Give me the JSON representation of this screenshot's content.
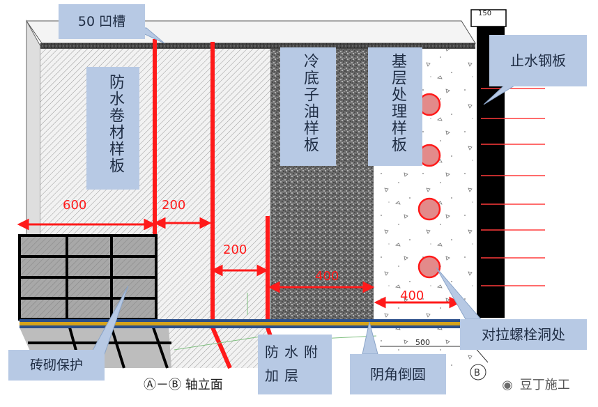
{
  "labels": {
    "groove": "50 凹槽",
    "membrane_sample": "防水卷材样板",
    "primer_sample": "冷底子油样板",
    "base_sample": "基层处理样板",
    "waterstop": "止水钢板",
    "brick_protection": "砖砌保护",
    "waterproof_layer": "防水附加层",
    "fillet": "阴角倒圆",
    "bolt_holes": "对拉螺栓洞处",
    "axis_elevation": "Ⓐ－Ⓑ 轴立面",
    "axis_b": "B",
    "watermark": "豆丁施工"
  },
  "dimensions": {
    "d600": "600",
    "d200a": "200",
    "d200b": "200",
    "d400a": "400",
    "d400b": "400",
    "d150": "150",
    "d500": "500"
  },
  "colors": {
    "callout": "#b7c9e4",
    "red": "#ff1a1a",
    "yellow": "#d4a21c",
    "blue": "#2b4f8a",
    "black": "#000000"
  }
}
